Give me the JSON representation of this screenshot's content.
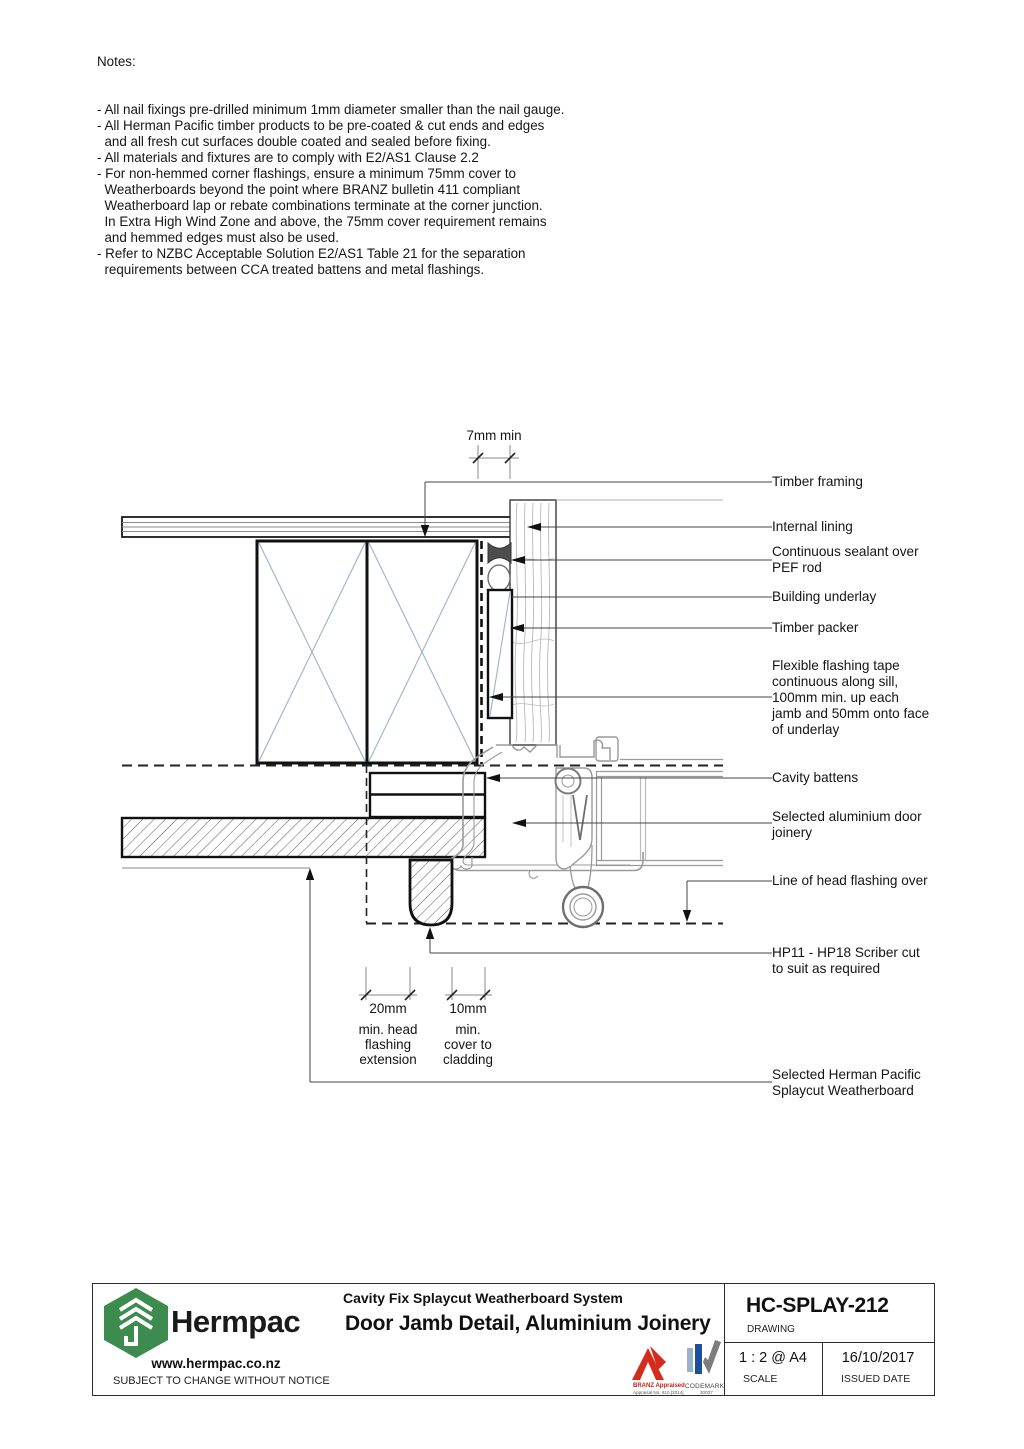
{
  "notes": {
    "title": "Notes:",
    "body": "- All nail fixings pre-drilled minimum 1mm diameter smaller than the nail gauge.\n- All Herman Pacific timber products to be pre-coated & cut ends and edges\n  and all fresh cut surfaces double coated and sealed before fixing.\n- All materials and fixtures are to comply with E2/AS1 Clause 2.2\n- For non-hemmed corner flashings, ensure a minimum 75mm cover to\n  Weatherboards beyond the point where BRANZ bulletin 411 compliant\n  Weatherboard lap or rebate combinations terminate at the corner junction.\n  In Extra High Wind Zone and above, the 75mm cover requirement remains\n  and hemmed edges must also be used.\n- Refer to NZBC Acceptable Solution E2/AS1 Table 21 for the separation\n  requirements between CCA treated battens and metal flashings."
  },
  "drawing": {
    "dim_top": "7mm min",
    "dims_bottom": [
      {
        "value": "20mm",
        "caption": "min. head\nflashing\nextension"
      },
      {
        "value": "10mm",
        "caption": "min.\ncover to\ncladding"
      }
    ],
    "labels": [
      {
        "text": "Timber framing"
      },
      {
        "text": "Internal lining"
      },
      {
        "text": "Continuous sealant over\nPEF rod"
      },
      {
        "text": "Building underlay"
      },
      {
        "text": "Timber packer"
      },
      {
        "text": "Flexible flashing tape\ncontinuous along sill,\n100mm min. up each\njamb and 50mm onto face\nof underlay"
      },
      {
        "text": "Cavity battens"
      },
      {
        "text": "Selected aluminium door\njoinery"
      },
      {
        "text": "Line of head flashing over"
      },
      {
        "text": "HP11 - HP18 Scriber cut\nto suit as required"
      },
      {
        "text": "Selected Herman Pacific\nSplaycut Weatherboard"
      }
    ]
  },
  "title_block": {
    "brand": "Hermpac",
    "website": "www.hermpac.co.nz",
    "disclaimer": "SUBJECT TO CHANGE WITHOUT NOTICE",
    "system": "Cavity Fix Splaycut Weatherboard System",
    "title": "Door Jamb Detail, Aluminium Joinery",
    "drawing_number": "HC-SPLAY-212",
    "drawing_number_label": "DRAWING",
    "scale": "1 : 2 @ A4",
    "scale_label": "SCALE",
    "issued_date": "16/10/2017",
    "issued_date_label": "ISSUED DATE",
    "branz_line1": "BRANZ Appraised",
    "branz_line2": "Appraisal No. 610 [2014]",
    "codemark_name": "CODEMARK",
    "codemark_number": "30037"
  },
  "colors": {
    "logo_green": "#3e8b4f",
    "brace_blue": "#9ab2cc",
    "branz_red": "#d42b1c",
    "codemark_blue": "#1d4f9e"
  }
}
